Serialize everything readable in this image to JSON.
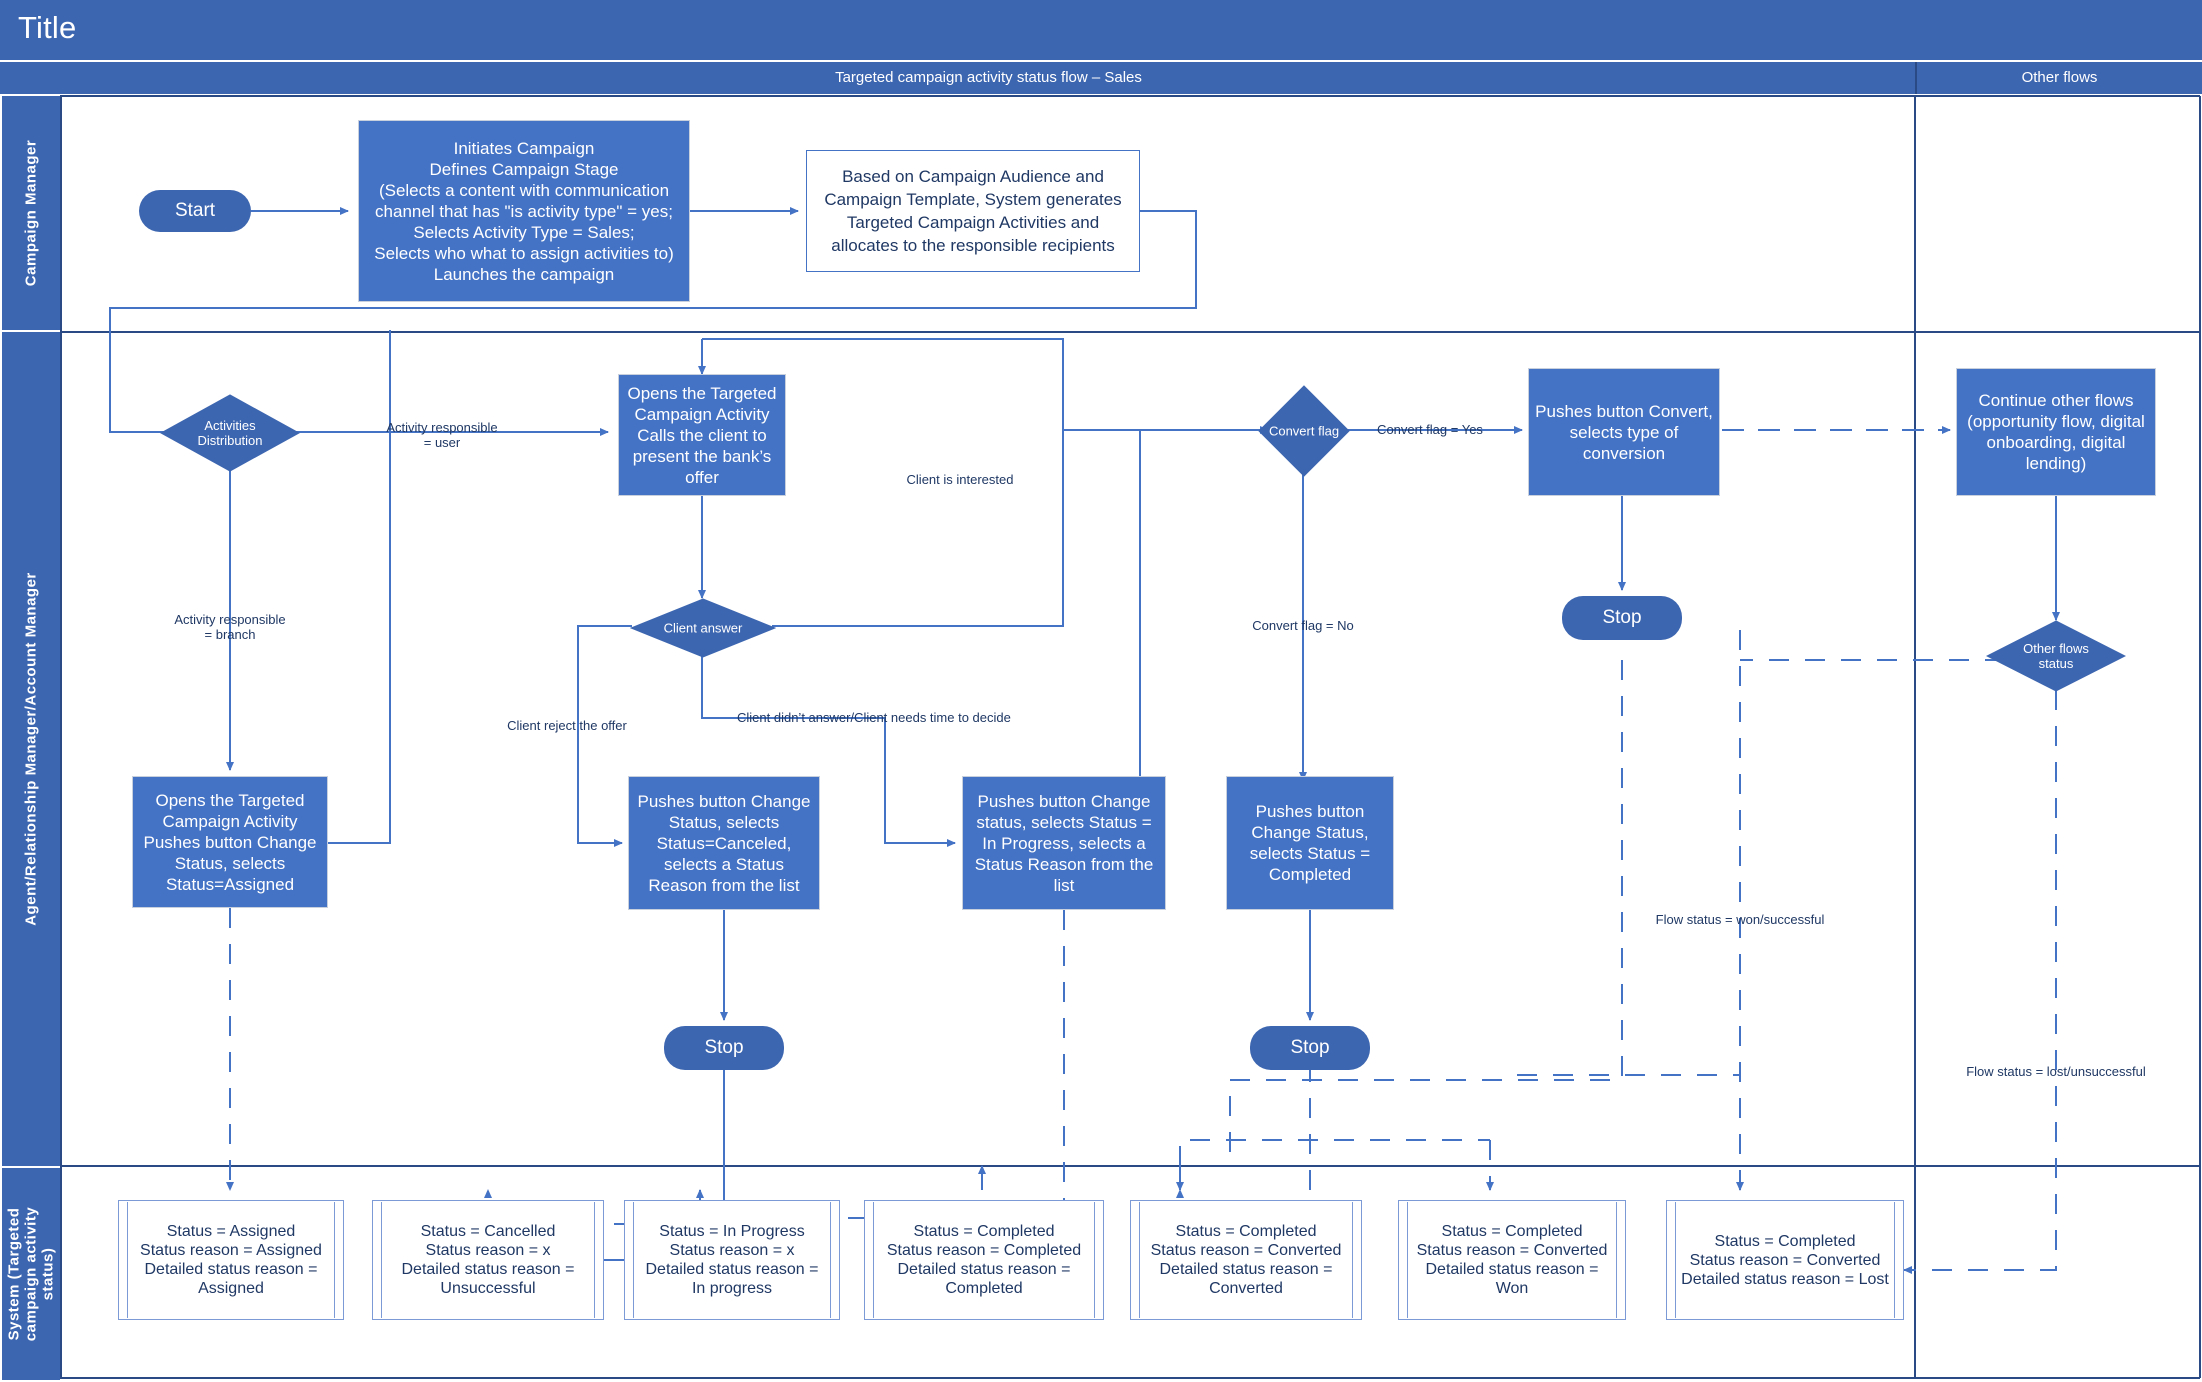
{
  "title": "Title",
  "phases": [
    {
      "label": "Targeted campaign activity status flow – Sales"
    },
    {
      "label": "Other flows"
    }
  ],
  "lanes": [
    {
      "label": "Campaign Manager"
    },
    {
      "label": "Agent/Relationship Manager/Account Manager"
    },
    {
      "label": "System (Targeted campaign activity status)"
    }
  ],
  "nodes": {
    "start": "Start",
    "initiates": "Initiates Campaign\nDefines Campaign Stage\n(Selects a content with communication channel that has \"is activity type\" = yes;\nSelects Activity Type = Sales;\nSelects who what to assign activities to)\nLaunches the campaign",
    "system_generates": "Based on Campaign Audience and Campaign Template, System generates Targeted Campaign Activities and allocates to the responsible recipients",
    "activities_distribution": "Activities\nDistribution",
    "opens_calls": "Opens the Targeted Campaign Activity\nCalls the client to present the bank’s offer",
    "client_answer": "Client answer",
    "convert_flag": "Convert flag",
    "pushes_convert": "Pushes button Convert, selects type of conversion",
    "continue_other_flows": "Continue other flows (opportunity flow, digital onboarding, digital lending)",
    "other_flows_status": "Other flows\nstatus",
    "opens_assigned": "Opens the Targeted Campaign Activity\nPushes button Change Status, selects Status=Assigned",
    "pushes_canceled": "Pushes button Change Status, selects Status=Canceled, selects a Status Reason from the list",
    "pushes_inprogress": "Pushes button Change status, selects Status = In Progress, selects a Status Reason from the list",
    "pushes_completed": "Pushes button Change Status, selects Status = Completed",
    "stop_1": "Stop",
    "stop_2": "Stop",
    "stop_3": "Stop"
  },
  "edge_labels": {
    "activity_responsible_user": "Activity responsible\n= user",
    "activity_responsible_branch": "Activity responsible\n= branch",
    "client_is_interested": "Client is interested",
    "client_reject": "Client reject the offer",
    "client_didnt_answer": "Client didn’t answer/Client needs time to decide",
    "convert_flag_yes": "Convert flag = Yes",
    "convert_flag_no": "Convert flag = No",
    "flow_status_won": "Flow status = won/successful",
    "flow_status_lost": "Flow status = lost/unsuccessful"
  },
  "status_boxes": [
    {
      "id": "assigned",
      "text": "Status = Assigned\nStatus reason = Assigned\nDetailed status reason = Assigned"
    },
    {
      "id": "cancelled",
      "text": "Status = Cancelled\nStatus reason = x\nDetailed status reason = Unsuccessful"
    },
    {
      "id": "inprogress",
      "text": "Status = In Progress\nStatus reason = x\nDetailed status reason = In progress"
    },
    {
      "id": "completed",
      "text": "Status = Completed\nStatus reason = Completed\nDetailed status reason = Completed"
    },
    {
      "id": "converted",
      "text": "Status = Completed\nStatus reason = Converted\nDetailed status reason = Converted"
    },
    {
      "id": "won",
      "text": "Status = Completed\nStatus reason = Converted\nDetailed status reason = Won"
    },
    {
      "id": "lost",
      "text": "Status = Completed\nStatus reason = Converted\nDetailed status reason = Lost"
    }
  ],
  "colors": {
    "header_blue": "#3D66B0",
    "shape_blue": "#4472C4",
    "line_blue": "#4472C4",
    "text_dark": "#1F3864"
  }
}
